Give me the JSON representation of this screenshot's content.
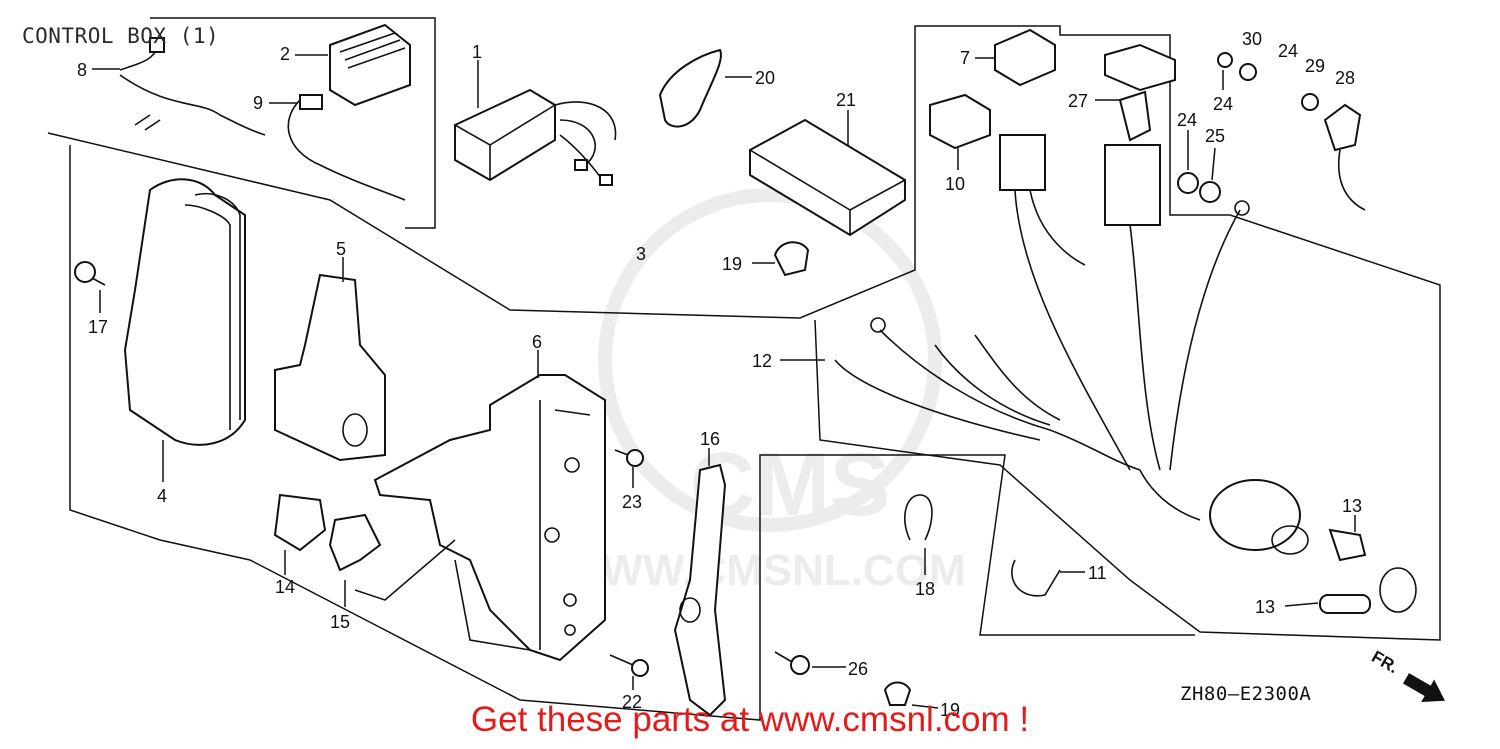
{
  "title": "CONTROL BOX (1)",
  "drawing_code": "ZH80—E2300A",
  "banner": "Get these parts at www.cmsnl.com !",
  "watermark": {
    "brand": "CMS",
    "url": "WWW.CMSNL.COM"
  },
  "direction_mark": "FR.",
  "callouts": [
    "1",
    "2",
    "3",
    "4",
    "5",
    "6",
    "7",
    "8",
    "9",
    "10",
    "11",
    "12",
    "13",
    "13",
    "14",
    "15",
    "16",
    "17",
    "18",
    "19",
    "19",
    "20",
    "21",
    "22",
    "23",
    "24",
    "24",
    "25",
    "26",
    "27",
    "28",
    "29",
    "30"
  ],
  "colors": {
    "banner": "#e31b1b",
    "line": "#111111",
    "watermark": "#c9c9c9"
  }
}
